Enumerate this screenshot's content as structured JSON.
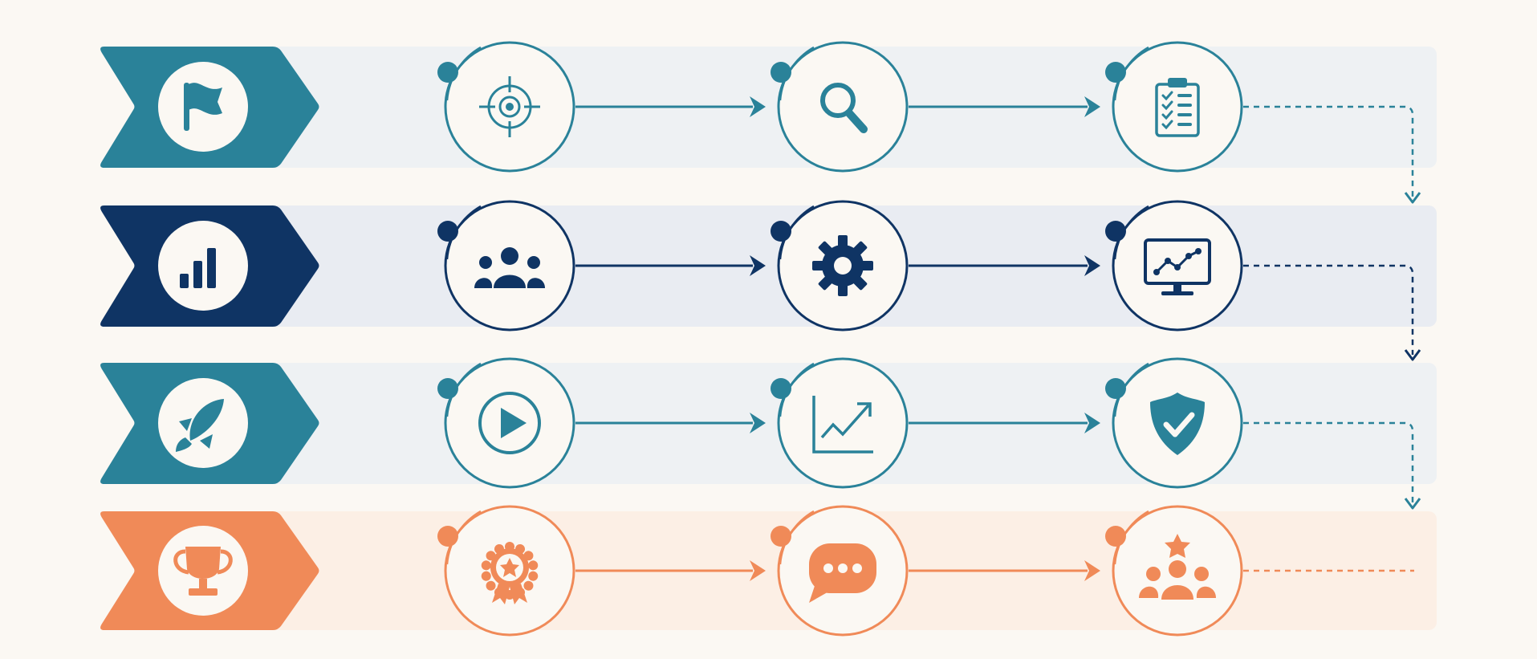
{
  "colors": {
    "background": "#fbf8f3",
    "teal": "#2a8299",
    "navy": "#0f3464",
    "orange": "#f08a58",
    "band_cool": "#eef1f3",
    "band_navy": "#e9ecf2",
    "band_warm": "#fcefe5"
  },
  "rows": [
    {
      "color": "#2a8299",
      "band": "#eef1f3",
      "connector": "down-arrow",
      "chevron_icon": "flag-icon",
      "steps": [
        {
          "icon": "target-icon"
        },
        {
          "icon": "magnifier-icon"
        },
        {
          "icon": "checklist-clipboard-icon"
        }
      ]
    },
    {
      "color": "#0f3464",
      "band": "#e9ecf2",
      "connector": "down-arrow",
      "chevron_icon": "bar-chart-icon",
      "steps": [
        {
          "icon": "team-icon"
        },
        {
          "icon": "gear-icon"
        },
        {
          "icon": "monitor-chart-icon"
        }
      ]
    },
    {
      "color": "#2a8299",
      "band": "#eef1f3",
      "connector": "down-arrow",
      "chevron_icon": "rocket-icon",
      "steps": [
        {
          "icon": "play-icon"
        },
        {
          "icon": "growth-chart-icon"
        },
        {
          "icon": "shield-check-icon"
        }
      ]
    },
    {
      "color": "#f08a58",
      "band": "#fcefe5",
      "connector": "dashed-end",
      "chevron_icon": "trophy-icon",
      "steps": [
        {
          "icon": "award-badge-icon"
        },
        {
          "icon": "chat-bubble-icon"
        },
        {
          "icon": "star-team-icon"
        }
      ]
    }
  ]
}
